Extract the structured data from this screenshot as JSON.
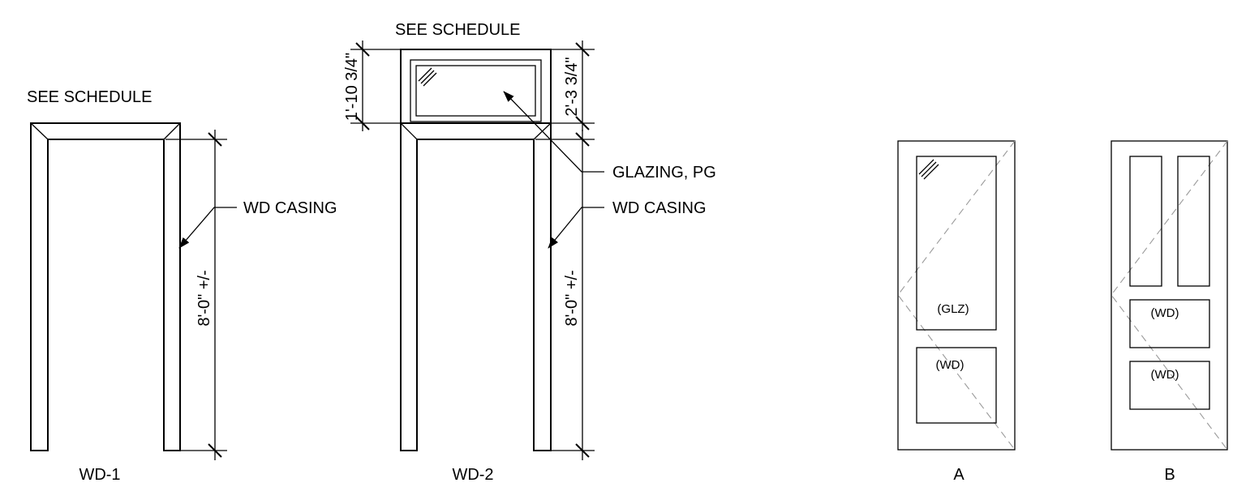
{
  "frames": [
    {
      "id": "wd1",
      "name": "WD-1",
      "top_note": "SEE SCHEDULE",
      "casing_note": "WD CASING",
      "height_dim": "8'-0\" +/-"
    },
    {
      "id": "wd2",
      "name": "WD-2",
      "top_note": "SEE SCHEDULE",
      "casing_note": "WD CASING",
      "glazing_note": "GLAZING, PG",
      "height_dim": "8'-0\" +/-",
      "transom_dim_left": "1'-10 3/4\"",
      "transom_dim_right": "2'-3 3/4\""
    }
  ],
  "doors": [
    {
      "id": "a",
      "name": "A",
      "panels": [
        "(GLZ)",
        "(WD)"
      ]
    },
    {
      "id": "b",
      "name": "B",
      "panels": [
        "(WD)",
        "(WD)"
      ]
    }
  ]
}
